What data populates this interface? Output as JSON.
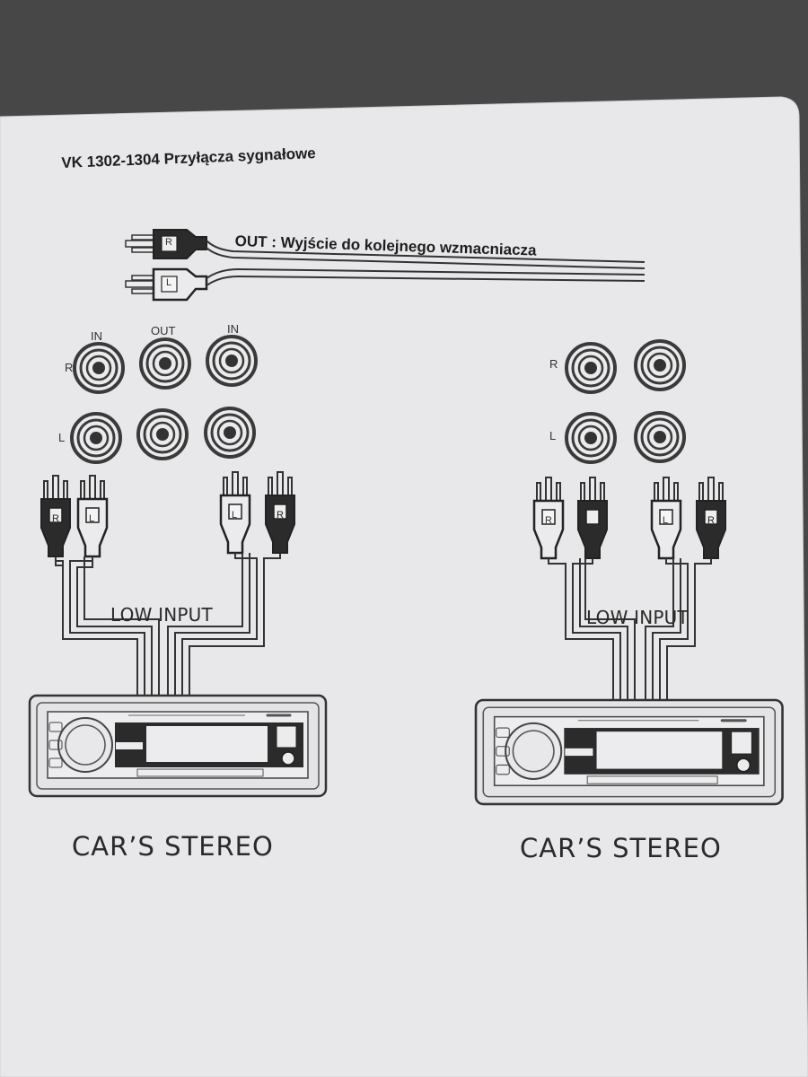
{
  "title": "VK 1302-1304 Przyłącza sygnałowe",
  "out_cable": {
    "plug_labels": [
      "R",
      "L"
    ],
    "description": "OUT : Wyjście do kolejnego wzmacniacza"
  },
  "left_diagram": {
    "jack_column_labels": [
      "IN",
      "OUT",
      "IN"
    ],
    "jack_row_labels": [
      "R",
      "L"
    ],
    "plug_labels": [
      "R",
      "L",
      "L",
      "R"
    ],
    "cable_label": "LOW INPUT",
    "device_label": "CAR’S STEREO"
  },
  "right_diagram": {
    "jack_row_labels": [
      "R",
      "L"
    ],
    "plug_labels": [
      "R",
      "",
      "L",
      "R"
    ],
    "cable_label": "LOW INPUT",
    "device_label": "CAR’S STEREO"
  },
  "colors": {
    "paper": "#e9e8ea",
    "ink": "#2a2a2a",
    "background": "#4a4a4a"
  }
}
